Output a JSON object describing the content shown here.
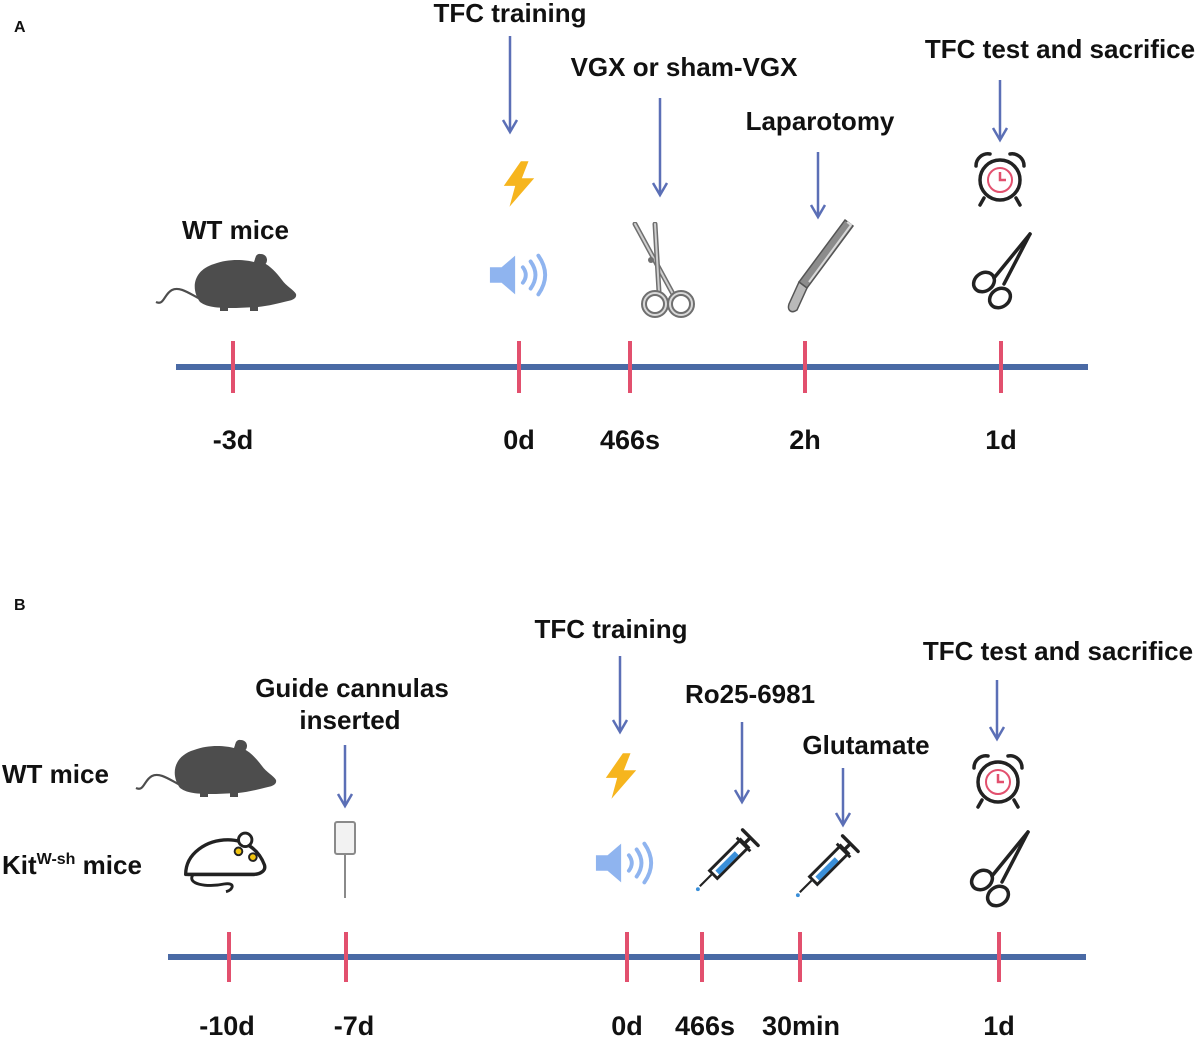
{
  "panel_a": {
    "letter": "A",
    "group_label": "WT mice",
    "events": {
      "training": "TFC training",
      "vgx": "VGX or sham-VGX",
      "laparotomy": "Laparotomy",
      "test": "TFC test and sacrifice"
    },
    "ticks": [
      "-3d",
      "0d",
      "466s",
      "2h",
      "1d"
    ],
    "icons": [
      "mouse-icon",
      "lightning-icon",
      "speaker-icon",
      "surgical-scissors-icon",
      "scalpel-icon",
      "alarm-clock-icon",
      "scissors-icon"
    ]
  },
  "panel_b": {
    "letter": "B",
    "group_wt": "WT mice",
    "group_kit_base": "Kit",
    "group_kit_sup": "W-sh",
    "group_kit_suffix": " mice",
    "events": {
      "cannula_line1": "Guide cannulas",
      "cannula_line2": "inserted",
      "training": "TFC training",
      "ro": "Ro25-6981",
      "glutamate": "Glutamate",
      "test": "TFC test and sacrifice"
    },
    "ticks": [
      "-10d",
      "-7d",
      "0d",
      "466s",
      "30min",
      "1d"
    ],
    "icons": [
      "mouse-icon",
      "mouse-outline-icon",
      "cannula-icon",
      "lightning-icon",
      "speaker-icon",
      "syringe-icon",
      "syringe-icon",
      "alarm-clock-icon",
      "scissors-icon"
    ]
  },
  "colors": {
    "axis": "#4a6aa5",
    "tick": "#e2506e",
    "arrow": "#5b6fb6",
    "lightning": "#f6b51e",
    "speaker": "#8fb4ef",
    "mouse": "#4d4d4d"
  }
}
